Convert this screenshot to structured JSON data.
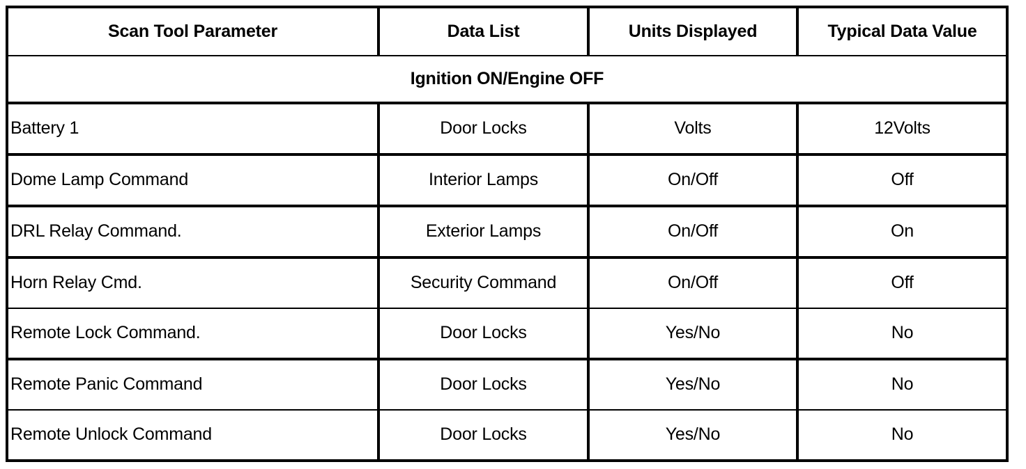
{
  "table": {
    "columns": [
      {
        "key": "parameter",
        "label": "Scan Tool Parameter"
      },
      {
        "key": "data_list",
        "label": "Data List"
      },
      {
        "key": "units",
        "label": "Units Displayed"
      },
      {
        "key": "typical",
        "label": "Typical Data Value"
      }
    ],
    "section_label": "Ignition ON/Engine OFF",
    "rows": [
      {
        "parameter": "Battery 1",
        "data_list": "Door Locks",
        "units": "Volts",
        "typical": "12Volts"
      },
      {
        "parameter": "Dome Lamp Command",
        "data_list": "Interior Lamps",
        "units": "On/Off",
        "typical": "Off"
      },
      {
        "parameter": "DRL Relay Command.",
        "data_list": "Exterior Lamps",
        "units": "On/Off",
        "typical": "On"
      },
      {
        "parameter": "Horn Relay Cmd.",
        "data_list": "Security Command",
        "units": "On/Off",
        "typical": "Off"
      },
      {
        "parameter": "Remote Lock Command.",
        "data_list": "Door Locks",
        "units": "Yes/No",
        "typical": "No"
      },
      {
        "parameter": "Remote Panic Command",
        "data_list": "Door Locks",
        "units": "Yes/No",
        "typical": "No"
      },
      {
        "parameter": "Remote Unlock Command",
        "data_list": "Door Locks",
        "units": "Yes/No",
        "typical": "No"
      }
    ]
  },
  "colors": {
    "text": "#000000",
    "border": "#000000",
    "background": "#ffffff"
  }
}
